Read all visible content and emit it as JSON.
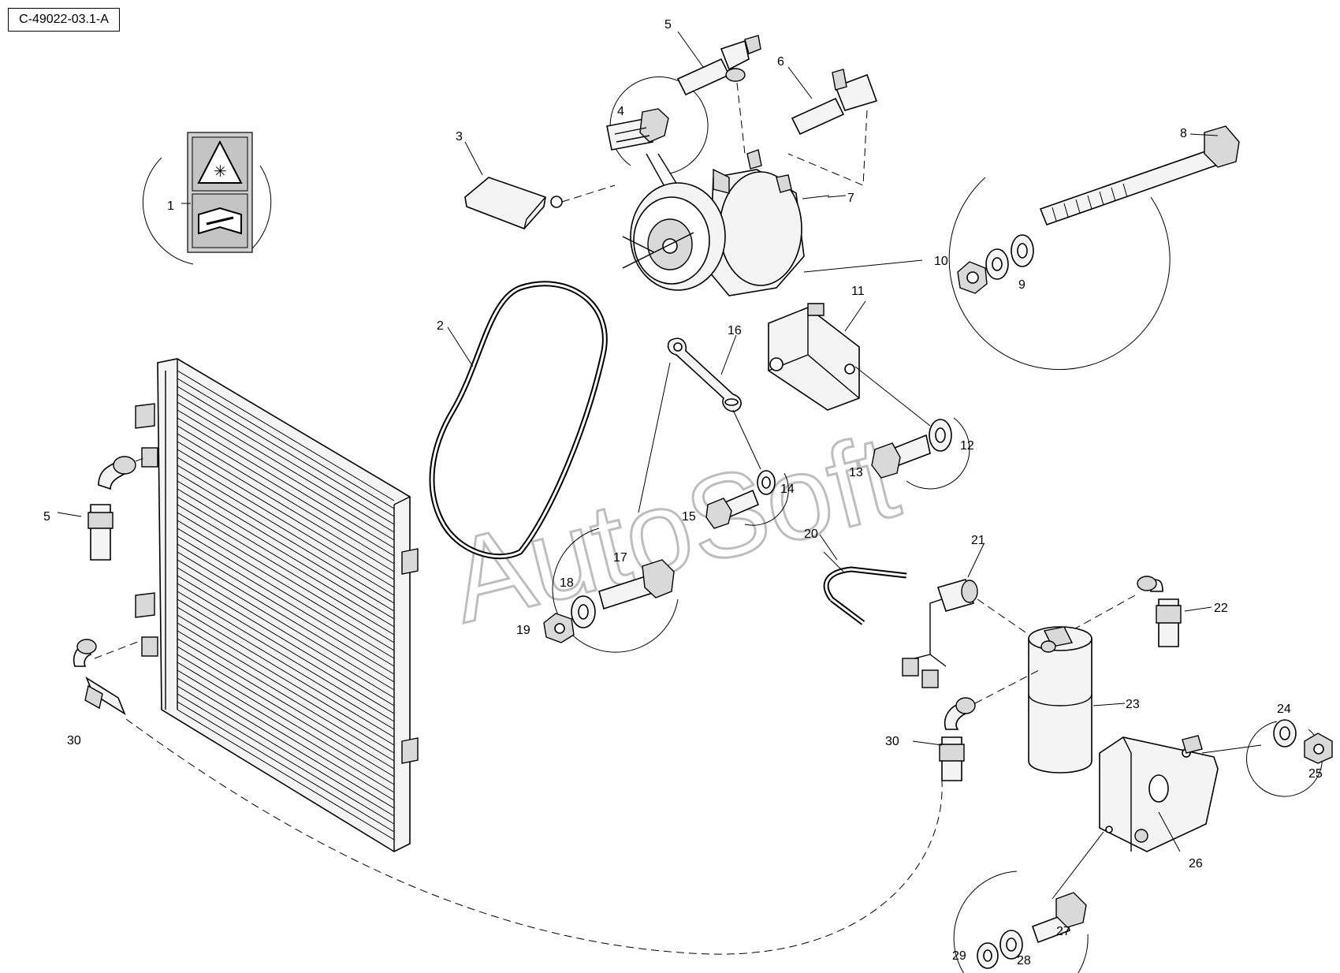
{
  "reference_code": "C-49022-03.1-A",
  "watermark": "AutoSoft",
  "callouts": {
    "c1": "1",
    "c2": "2",
    "c3": "3",
    "c4": "4",
    "c5a": "5",
    "c5b": "5",
    "c6": "6",
    "c7": "7",
    "c8": "8",
    "c9": "9",
    "c10": "10",
    "c11": "11",
    "c12": "12",
    "c13": "13",
    "c14": "14",
    "c15": "15",
    "c16": "16",
    "c17": "17",
    "c18": "18",
    "c19": "19",
    "c20": "20",
    "c21": "21",
    "c22": "22",
    "c23": "23",
    "c24": "24",
    "c25": "25",
    "c26": "26",
    "c27": "27",
    "c28": "28",
    "c29": "29",
    "c30a": "30",
    "c30b": "30"
  }
}
